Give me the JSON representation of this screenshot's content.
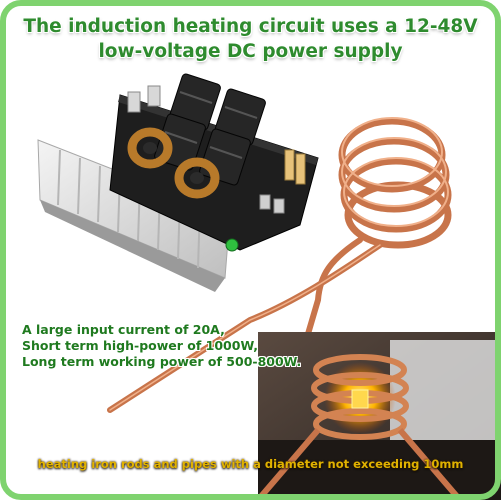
{
  "headline": {
    "line1": "The induction heating circuit uses a 12-48V",
    "line2": "low-voltage DC power supply"
  },
  "specs": {
    "line1": "A large input current of 20A,",
    "line2": "Short term high-power of 1000W,",
    "line3": "Long term working power of 500-800W."
  },
  "caption": "heating iron rods and pipes with a diameter not exceeding 10mm",
  "colors": {
    "frame_border": "#7fd36f",
    "headline_text": "#2e8b2e",
    "spec_text": "#1f7a1f",
    "caption_text": "#e0b200",
    "copper": "#c8744a"
  }
}
